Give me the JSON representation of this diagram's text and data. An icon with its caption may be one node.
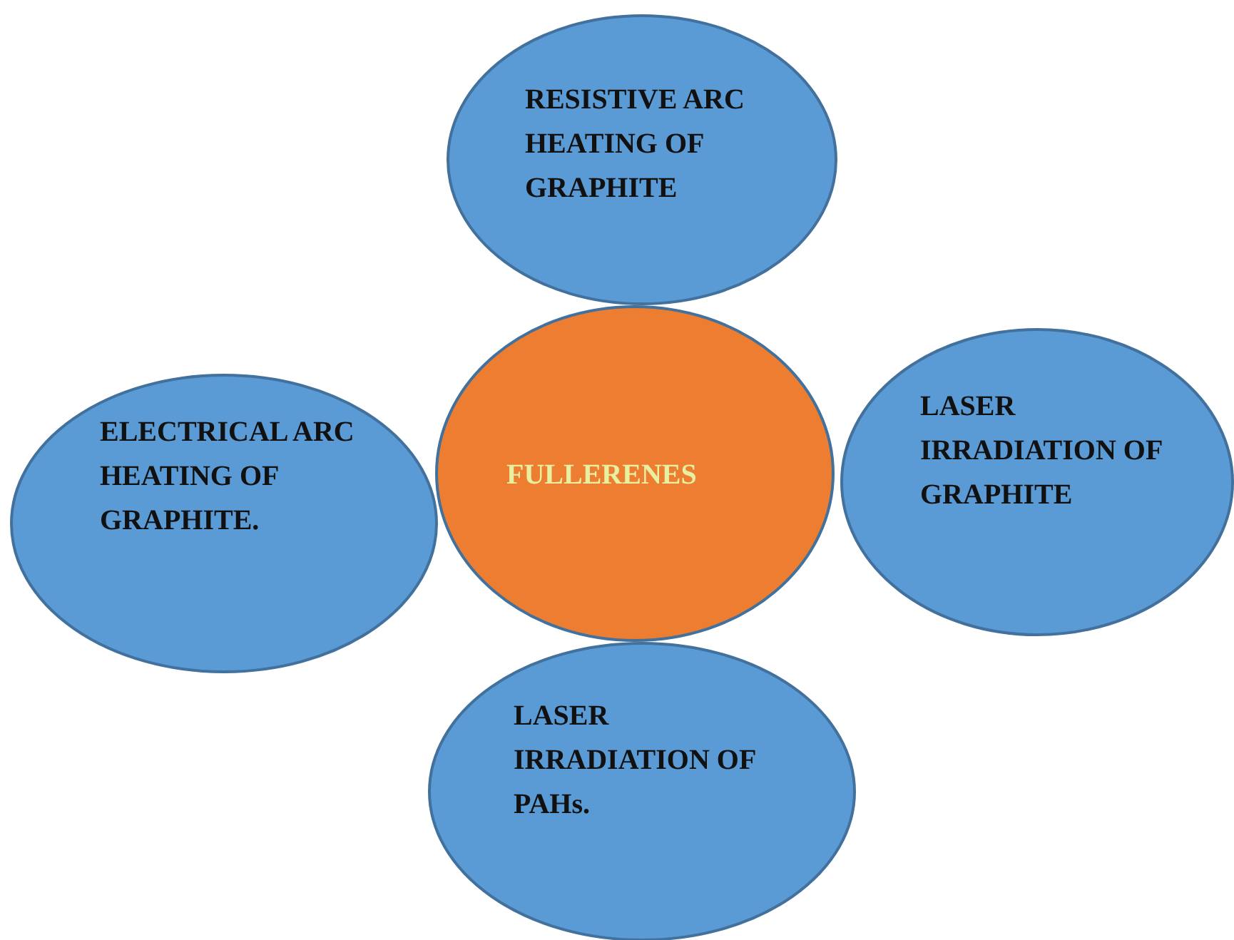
{
  "diagram": {
    "nodes": [
      {
        "text": [
          "RESISTIVE ARC HEATING OF GRAPHITE"
        ]
      },
      {
        "text": [
          "ELECTRICAL ARC HEATING OF GRAPHITE."
        ]
      },
      {
        "text": [
          "FULLERENES"
        ]
      },
      {
        "text": [
          "LASER IRRADIATION OF GRAPHITE"
        ]
      },
      {
        "text": [
          "LASER IRRADIATION OF PAHs."
        ]
      }
    ]
  }
}
